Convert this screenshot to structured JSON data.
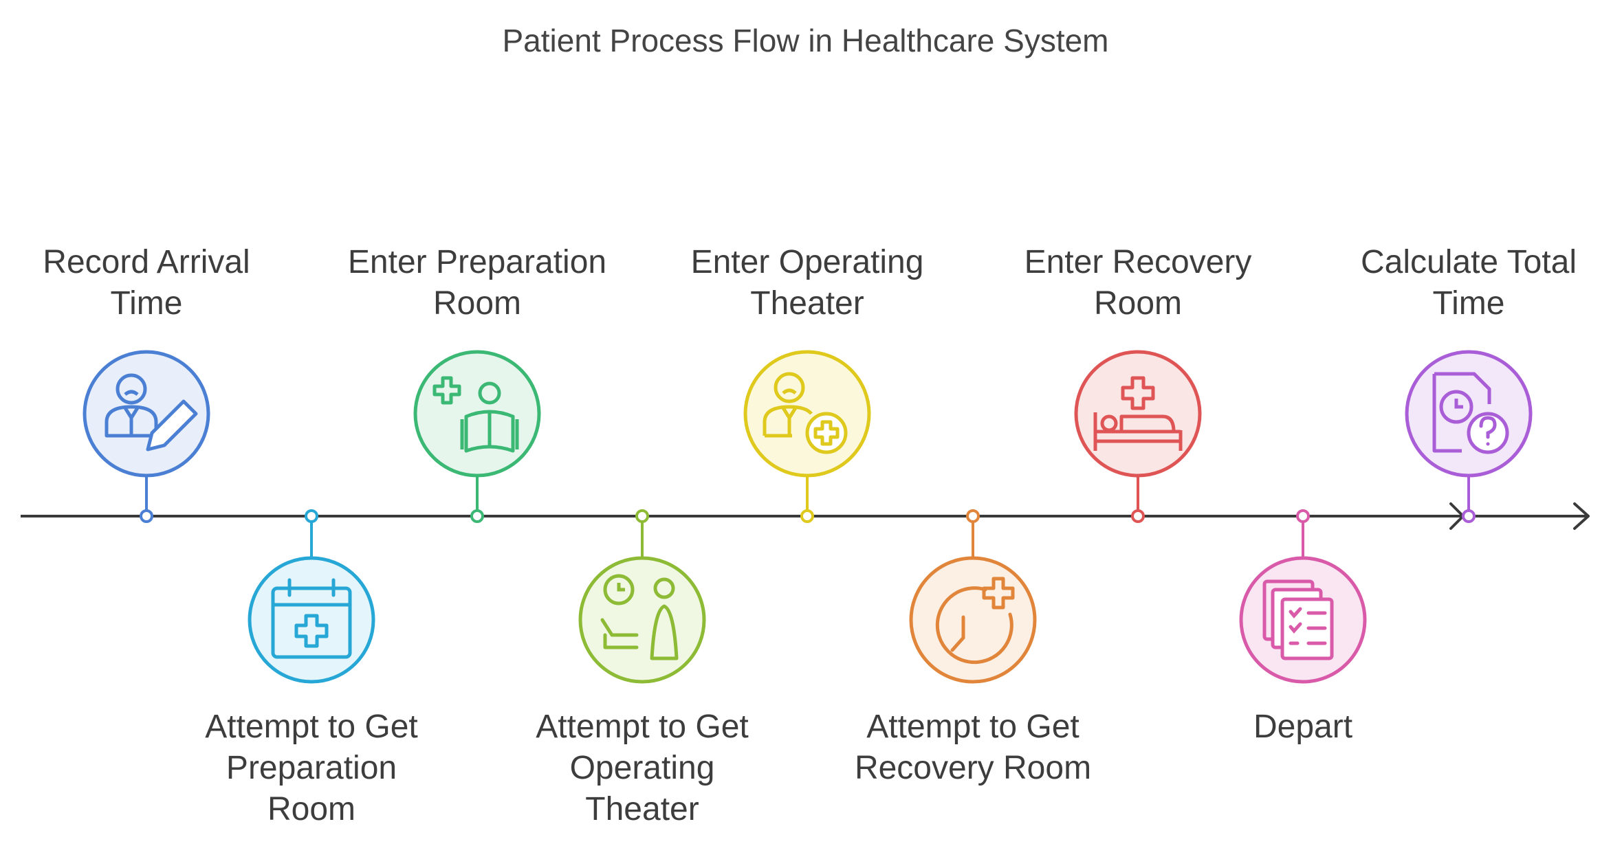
{
  "title": "Patient Process Flow in Healthcare System",
  "steps": [
    {
      "label": "Record Arrival Time",
      "color": "#4a7fd4",
      "fill": "#e8effa",
      "icon": "patient-edit-icon",
      "position": "top"
    },
    {
      "label": "Attempt to Get Preparation Room",
      "color": "#27a7d6",
      "fill": "#e4f5fb",
      "icon": "calendar-medical-icon",
      "position": "bottom"
    },
    {
      "label": "Enter Preparation Room",
      "color": "#3bb873",
      "fill": "#e6f6ed",
      "icon": "medical-reading-icon",
      "position": "top"
    },
    {
      "label": "Attempt to Get Operating Theater",
      "color": "#8dbb35",
      "fill": "#f0f7e3",
      "icon": "clock-person-icon",
      "position": "bottom"
    },
    {
      "label": "Enter Operating Theater",
      "color": "#dfc91d",
      "fill": "#fbf8dc",
      "icon": "patient-plus-icon",
      "position": "top"
    },
    {
      "label": "Attempt to Get Recovery Room",
      "color": "#e0853a",
      "fill": "#fcefe3",
      "icon": "clock-plus-icon",
      "position": "bottom"
    },
    {
      "label": "Enter Recovery Room",
      "color": "#df5454",
      "fill": "#fbe6e6",
      "icon": "hospital-bed-icon",
      "position": "top"
    },
    {
      "label": "Depart",
      "color": "#d85aa8",
      "fill": "#fae6f2",
      "icon": "documents-checklist-icon",
      "position": "bottom"
    },
    {
      "label": "Calculate Total Time",
      "color": "#a95dd6",
      "fill": "#f3e7fa",
      "icon": "time-question-icon",
      "position": "top"
    }
  ],
  "timeline_color": "#3a3a3a"
}
